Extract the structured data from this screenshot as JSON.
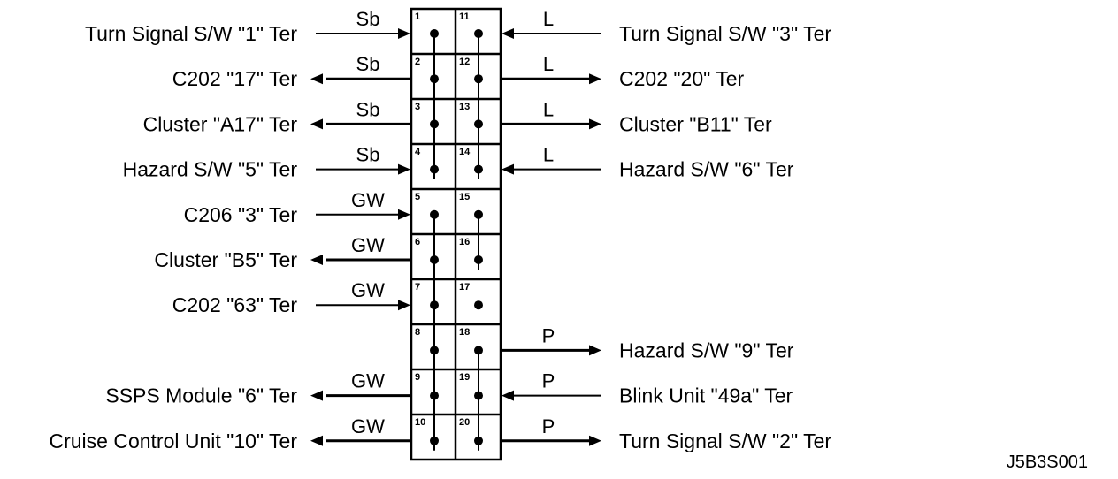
{
  "figure_code": "J5B3S001",
  "left_rows": [
    {
      "pin": "1",
      "wire": "Sb",
      "label": "Turn Signal S/W  \"1\" Ter",
      "dir": "in"
    },
    {
      "pin": "2",
      "wire": "Sb",
      "label": "C202  \"17\" Ter",
      "dir": "out"
    },
    {
      "pin": "3",
      "wire": "Sb",
      "label": "Cluster  \"A17\" Ter",
      "dir": "out"
    },
    {
      "pin": "4",
      "wire": "Sb",
      "label": "Hazard S/W  \"5\" Ter",
      "dir": "in"
    },
    {
      "pin": "5",
      "wire": "GW",
      "label": "C206  \"3\" Ter",
      "dir": "in"
    },
    {
      "pin": "6",
      "wire": "GW",
      "label": "Cluster  \"B5\" Ter",
      "dir": "out"
    },
    {
      "pin": "7",
      "wire": "GW",
      "label": "C202  \"63\" Ter",
      "dir": "in"
    },
    {
      "pin": "8",
      "wire": "",
      "label": "",
      "dir": "none"
    },
    {
      "pin": "9",
      "wire": "GW",
      "label": "SSPS Module \"6\" Ter",
      "dir": "out"
    },
    {
      "pin": "10",
      "wire": "GW",
      "label": "Cruise Control  Unit  \"10\" Ter",
      "dir": "out"
    }
  ],
  "right_rows": [
    {
      "pin": "11",
      "wire": "L",
      "label": "Turn Signal S/W  \"3\" Ter",
      "dir": "in"
    },
    {
      "pin": "12",
      "wire": "L",
      "label": "C202  \"20\" Ter",
      "dir": "out"
    },
    {
      "pin": "13",
      "wire": "L",
      "label": "Cluster  \"B11\" Ter",
      "dir": "out"
    },
    {
      "pin": "14",
      "wire": "L",
      "label": "Hazard S/W  \"6\" Ter",
      "dir": "in"
    },
    {
      "pin": "15",
      "wire": "",
      "label": "",
      "dir": "none"
    },
    {
      "pin": "16",
      "wire": "",
      "label": "",
      "dir": "none"
    },
    {
      "pin": "17",
      "wire": "",
      "label": "",
      "dir": "none"
    },
    {
      "pin": "18",
      "wire": "P",
      "label": "Hazard S/W  \"9\" Ter",
      "dir": "out"
    },
    {
      "pin": "19",
      "wire": "P",
      "label": "Blink Unit  \"49a\" Ter",
      "dir": "in"
    },
    {
      "pin": "20",
      "wire": "P",
      "label": "Turn Signal S/W  \"2\" Ter",
      "dir": "out"
    }
  ]
}
